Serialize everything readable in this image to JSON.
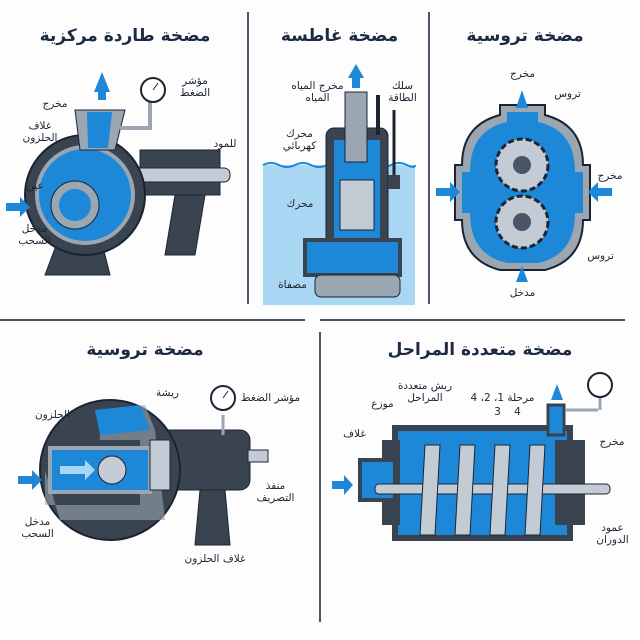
{
  "colors": {
    "water": "#1e88d8",
    "light_water": "#a9d6f2",
    "metal": "#9aa6b2",
    "dark_body": "#3a4350",
    "outline": "#1c2433",
    "title": "#1c2a44"
  },
  "panels": {
    "centrifugal": {
      "title": "مضخة طاردة مركزية",
      "labels": {
        "gauge": "مؤشر\nالضغط",
        "outlet": "مخرج",
        "volute": "غلاف\nالحلزون",
        "motor": "للمود",
        "eye": "عين",
        "suction": "مدخل\nالسحب"
      }
    },
    "submersible": {
      "title": "مضخة غاطسة",
      "labels": {
        "outlet": "مخرج المياه\nالمياه",
        "cable": "سلك\nالطاقة",
        "electric_motor": "محرك\nكهربائي",
        "motor": "محرك",
        "strainer": "مصفاة"
      }
    },
    "gear": {
      "title": "مضخة تروسية",
      "labels": {
        "outlet_top": "مخرج",
        "gears_top": "تروس",
        "outlet_right": "مخرج",
        "gears_bottom": "تروس",
        "inlet": "مدخل"
      }
    },
    "gear_cutaway": {
      "title": "مضخة تروسية",
      "labels": {
        "vane": "ريشة",
        "gauge": "مؤشر الضغط",
        "volute": "الحلزون",
        "discharge": "منفذ\nالتصريف",
        "suction": "مدخل\nالسحب",
        "volute_casing": "غلاف الحلزون"
      }
    },
    "multistage": {
      "title": "مضخة متعددة المراحل",
      "labels": {
        "impellers": "ريش متعددة\nالمراحل",
        "diffuser": "موزع",
        "stages": "مرحلة 1، 2، 4",
        "stage3": "3",
        "stage4": "4",
        "casing": "غلاف",
        "outlet": "مخرج",
        "shaft": "عمود\nالدوران"
      }
    }
  }
}
